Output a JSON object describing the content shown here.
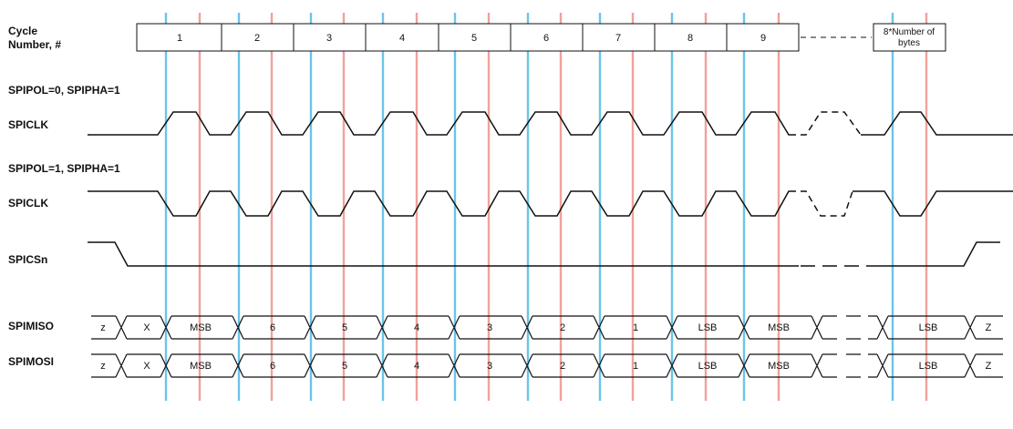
{
  "labels": {
    "cycle_number": [
      "Cycle",
      "Number, #"
    ],
    "mode0": "SPIPOL=0, SPIPHA=1",
    "clk0": "SPICLK",
    "mode1": "SPIPOL=1, SPIPHA=1",
    "clk1": "SPICLK",
    "cs": "SPICSn",
    "miso": "SPIMISO",
    "mosi": "SPIMOSI"
  },
  "cycles": [
    "1",
    "2",
    "3",
    "4",
    "5",
    "6",
    "7",
    "8",
    "9"
  ],
  "last_cycle": [
    "8*Number of",
    "bytes"
  ],
  "bus_cells_miso": [
    "z",
    "X",
    "MSB",
    "6",
    "5",
    "4",
    "3",
    "2",
    "1",
    "LSB",
    "MSB",
    "LSB",
    "Z"
  ],
  "bus_cells_mosi": [
    "z",
    "X",
    "MSB",
    "6",
    "5",
    "4",
    "3",
    "2",
    "1",
    "LSB",
    "MSB",
    "LSB",
    "Z"
  ],
  "colors": {
    "sample_edge": "#6cc4e8",
    "shift_edge": "#f0a19c",
    "line": "#111111"
  }
}
